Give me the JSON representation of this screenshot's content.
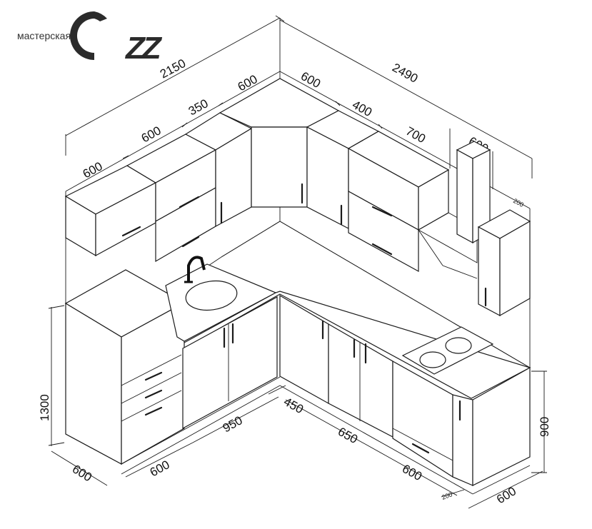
{
  "logo": {
    "prefix": "мастерская",
    "suffix": "ZZ"
  },
  "dimensions": {
    "wall_left": "2150",
    "wall_right": "2490",
    "upper_left_1": "600",
    "upper_left_2": "600",
    "upper_left_3": "350",
    "upper_corner_left": "600",
    "upper_corner_right": "600",
    "upper_right_1": "400",
    "upper_right_2": "700",
    "upper_right_3": "600",
    "upper_right_small": "200",
    "total_height": "1300",
    "counter_height": "900",
    "base_depth_left": "600",
    "base_depth_front": "600",
    "base_left_run": "950",
    "base_corner": "450",
    "base_right_1": "650",
    "base_right_2": "600",
    "base_right_small": "200",
    "base_depth_right": "600"
  },
  "colors": {
    "line": "#1a1a1a",
    "background": "#ffffff"
  }
}
